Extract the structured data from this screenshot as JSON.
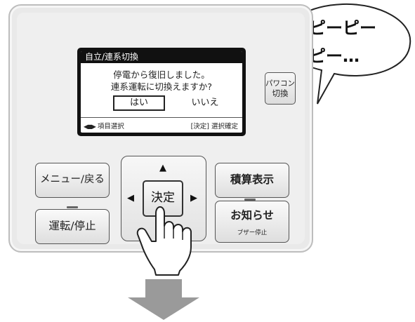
{
  "screen": {
    "title": "自立/連系切換",
    "message_line1": "停電から復旧しました。",
    "message_line2": "連系運転に切換えますか?",
    "option_yes": "はい",
    "option_no": "いいえ",
    "hint_left": "項目選択",
    "hint_right": "[決定] 選択確定",
    "selected_option": "はい"
  },
  "buttons": {
    "power_line1": "パワコン",
    "power_line2": "切換",
    "menu_back": "メニュー/戻る",
    "run_stop": "運転/停止",
    "total_display": "積算表示",
    "notice": "お知らせ",
    "notice_sub": "ブザー停止",
    "ok": "決定"
  },
  "dpad": {
    "up": "▲",
    "down": "▼",
    "left": "◀",
    "right": "▶"
  },
  "bubble": {
    "line1": "ピーピー",
    "line2": "ピー…"
  },
  "icons": [
    "lr-arrow-icon",
    "pointing-hand-icon",
    "down-arrow-icon"
  ]
}
